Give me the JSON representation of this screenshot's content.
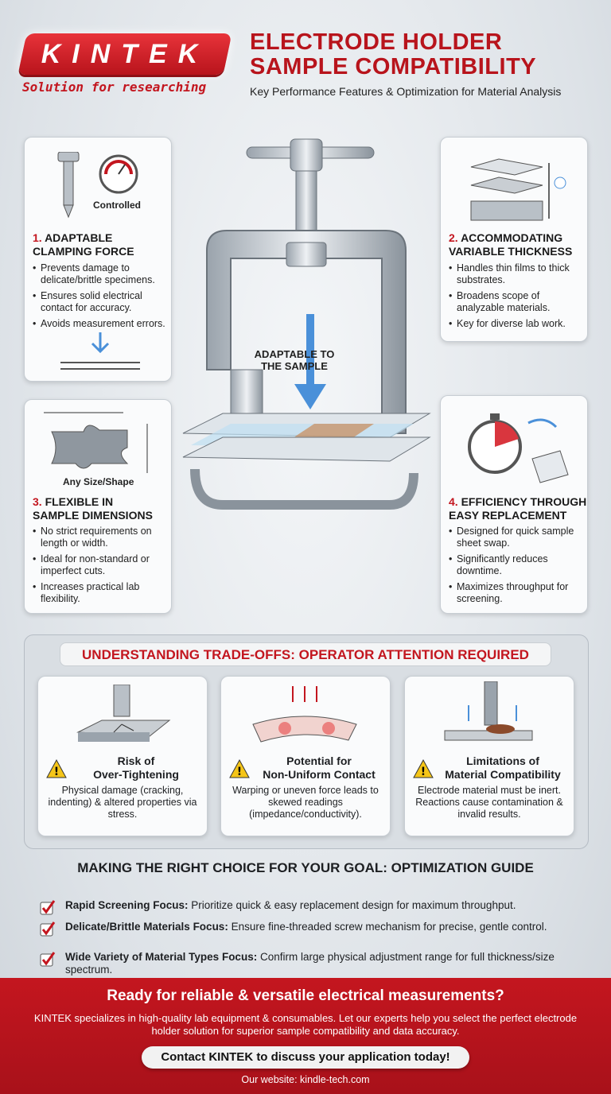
{
  "header": {
    "logo_text": "KINTEK",
    "tagline": "Solution for researching",
    "title_line1": "ELECTRODE HOLDER",
    "title_line2": "SAMPLE COMPATIBILITY",
    "subtitle": "Key Performance Features & Optimization for Material Analysis"
  },
  "center_label": [
    "ADAPTABLE TO",
    "THE SAMPLE"
  ],
  "features": [
    {
      "num": "1.",
      "title1": "ADAPTABLE",
      "title2": "CLAMPING FORCE",
      "icon_label": "Controlled",
      "bullets": [
        "Prevents damage to delicate/brittle specimens.",
        "Ensures solid electrical contact for accuracy.",
        "Avoids measurement errors."
      ]
    },
    {
      "num": "2.",
      "title1": "ACCOMMODATING",
      "title2": "VARIABLE THICKNESS",
      "bullets": [
        "Handles thin films to thick substrates.",
        "Broadens scope of analyzable materials.",
        "Key for diverse lab work."
      ]
    },
    {
      "num": "3.",
      "title1": "FLEXIBLE IN",
      "title2": "SAMPLE DIMENSIONS",
      "icon_label": "Any Size/Shape",
      "bullets": [
        "No strict requirements on length or width.",
        "Ideal for non-standard or imperfect cuts.",
        "Increases practical lab flexibility."
      ]
    },
    {
      "num": "4.",
      "title1": "EFFICIENCY THROUGH",
      "title2": "EASY REPLACEMENT",
      "bullets": [
        "Designed for quick sample sheet swap.",
        "Significantly reduces downtime.",
        "Maximizes throughput for screening."
      ]
    }
  ],
  "tradeoffs": {
    "title": "UNDERSTANDING TRADE-OFFS: OPERATOR ATTENTION REQUIRED",
    "items": [
      {
        "title1": "Risk of",
        "title2": "Over-Tightening",
        "desc": "Physical damage (cracking, indenting) & altered properties via stress."
      },
      {
        "title1": "Potential for",
        "title2": "Non-Uniform Contact",
        "desc": "Warping or uneven force leads to skewed readings (impedance/conductivity)."
      },
      {
        "title1": "Limitations of",
        "title2": "Material Compatibility",
        "desc": "Electrode material must be inert. Reactions cause contamination & invalid results."
      }
    ]
  },
  "guide": {
    "title": "MAKING THE RIGHT CHOICE FOR YOUR GOAL: OPTIMIZATION GUIDE",
    "items": [
      {
        "bold": "Rapid Screening Focus:",
        "text": " Prioritize quick & easy replacement design for maximum throughput."
      },
      {
        "bold": "Delicate/Brittle Materials Focus:",
        "text": " Ensure fine-threaded screw mechanism for precise, gentle control."
      },
      {
        "bold": "Wide Variety of Material Types Focus:",
        "text": " Confirm large physical adjustment range for full thickness/size spectrum."
      }
    ]
  },
  "footer": {
    "headline": "Ready for reliable & versatile electrical measurements?",
    "body": "KINTEK specializes in high-quality lab equipment & consumables. Let our experts help you select the perfect electrode holder solution for superior sample compatibility and data accuracy.",
    "cta": "Contact KINTEK to discuss your application today!",
    "website_label": "Our website: ",
    "website": "kindle-tech.com"
  },
  "colors": {
    "brand_red": "#c3161f",
    "background": "#dde2e7"
  }
}
